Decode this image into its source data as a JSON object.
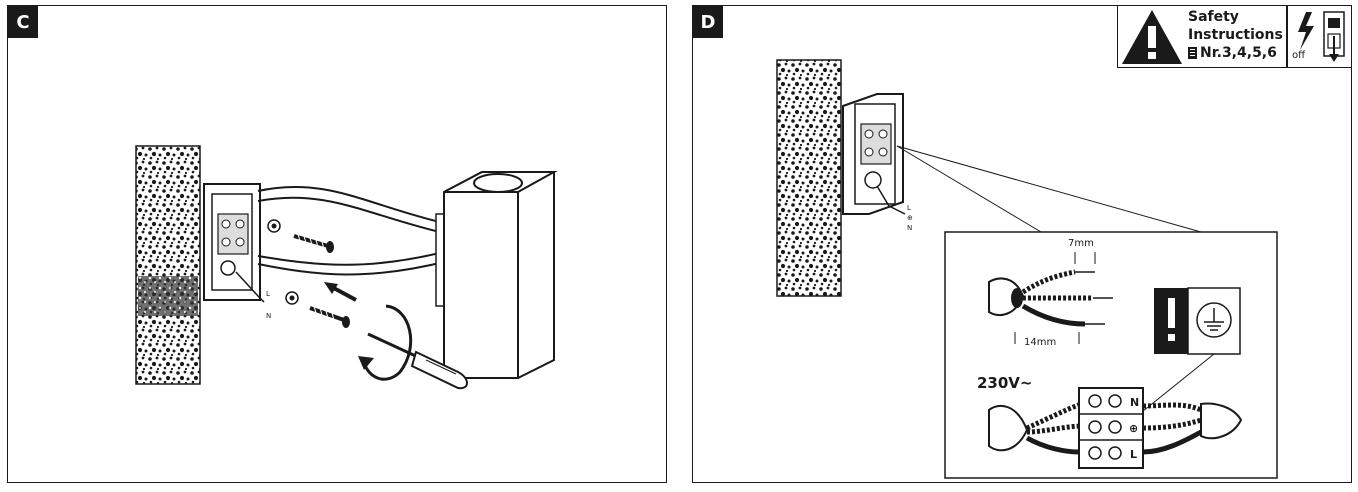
{
  "panels": {
    "c": {
      "letter": "C"
    },
    "d": {
      "letter": "D",
      "safety": {
        "line1": "Safety",
        "line2": "Instructions",
        "line3": "Nr.3,4,5,6"
      },
      "power_label": "off",
      "strip_short": "7mm",
      "strip_long": "14mm",
      "voltage": "230V~",
      "terminal_labels": {
        "neutral": "N",
        "live": "L"
      },
      "wire_labels": [
        "L",
        "⊕",
        "N"
      ]
    }
  },
  "colors": {
    "ink": "#1a1a1a",
    "background": "#ffffff"
  },
  "icons": [
    "warning-triangle-icon",
    "document-icon",
    "lightning-icon",
    "ground-symbol-icon",
    "exclamation-icon",
    "screwdriver-icon",
    "rotation-arrow-icon",
    "direction-arrow-icon"
  ]
}
